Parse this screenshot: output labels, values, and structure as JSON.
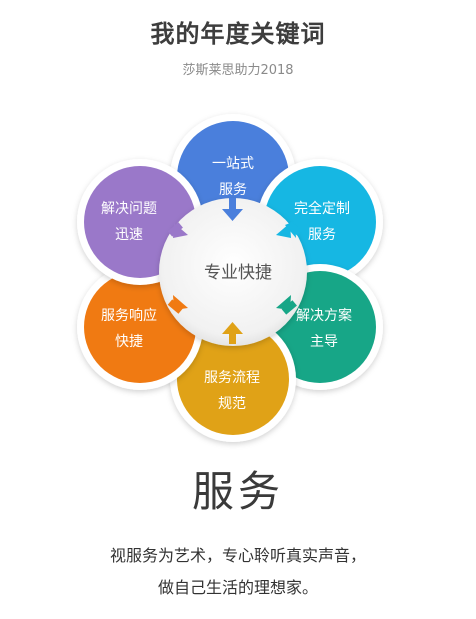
{
  "header": {
    "title": "我的年度关键词",
    "subtitle": "莎斯莱思助力2018"
  },
  "diagram": {
    "center": "专业快捷",
    "petals": [
      {
        "label": "一站式\n服务",
        "color": "#4a7fdc"
      },
      {
        "label": "完全定制\n服务",
        "color": "#16b7e3"
      },
      {
        "label": "解决方案\n主导",
        "color": "#17a687"
      },
      {
        "label": "服务流程\n规范",
        "color": "#e0a217"
      },
      {
        "label": "服务响应\n快捷",
        "color": "#f07a12"
      },
      {
        "label": "解决问题\n迅速",
        "color": "#9a78c9"
      }
    ]
  },
  "main_word": "服务",
  "slogan": {
    "line1": "视服务为艺术，专心聆听真实声音，",
    "line2": "做自己生活的理想家。"
  }
}
